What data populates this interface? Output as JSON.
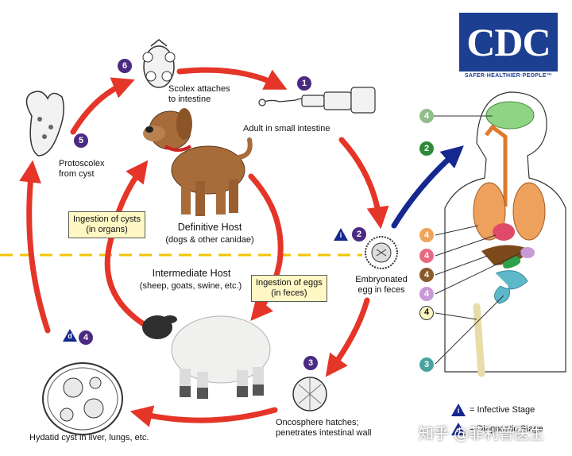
{
  "logo": {
    "text": "CDC",
    "tagline": "SAFER·HEALTHIER·PEOPLE™"
  },
  "colors": {
    "arrow_red": "#e53528",
    "arrow_blue": "#14288f",
    "step_purple": "#4a2a82",
    "divider_yellow": "#f2c500",
    "box_fill": "#fff7c4",
    "ring_green": "#8fbe8a"
  },
  "stages": [
    {
      "num": "1",
      "label": "Adult in small intestine"
    },
    {
      "num": "2",
      "label": "Embryonated egg in feces",
      "badge": "i"
    },
    {
      "num": "3",
      "label": "Oncosphere hatches; penetrates intestinal wall"
    },
    {
      "num": "4",
      "label": "Hydatid cyst in liver, lungs, etc.",
      "badge": "d"
    },
    {
      "num": "5",
      "label": "Protoscolex from cyst"
    },
    {
      "num": "6",
      "label": "Scolex attaches to intestine"
    }
  ],
  "hosts": {
    "definitive_title": "Definitive Host",
    "definitive_sub": "(dogs & other canidae)",
    "intermediate_title": "Intermediate Host",
    "intermediate_sub": "(sheep, goats, swine, etc.)"
  },
  "boxes": {
    "cysts_l1": "Ingestion of cysts",
    "cysts_l2": "(in organs)",
    "eggs_l1": "Ingestion of eggs",
    "eggs_l2": "(in feces)"
  },
  "human": {
    "markers": [
      "4",
      "2",
      "4",
      "4",
      "4",
      "4",
      "4",
      "3"
    ]
  },
  "legend": {
    "infective": "= Infective Stage",
    "diagnostic": "= Diagnostic Stage",
    "i": "i",
    "d": "d"
  },
  "watermark": "知乎 @菲利普医生"
}
